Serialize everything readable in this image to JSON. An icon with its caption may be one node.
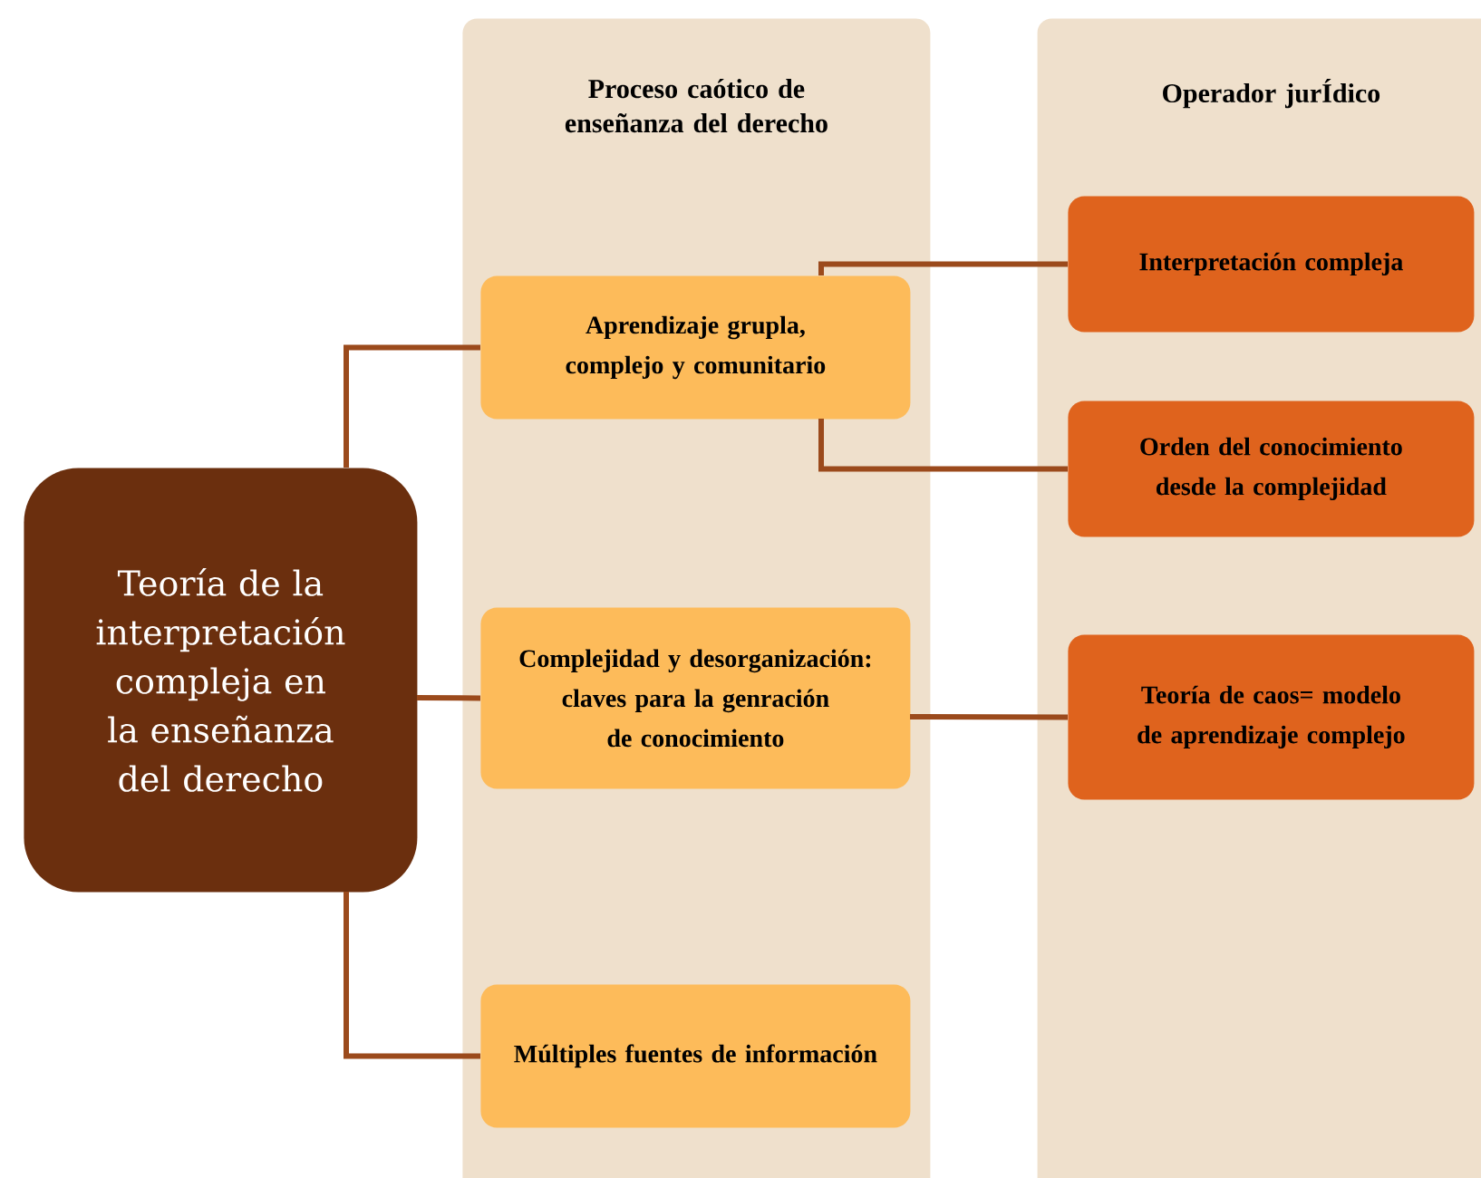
{
  "diagram": {
    "nodes": [
      {
        "text": [
          "Teoría de la interpretación compleja en la enseñanza del derecho"
        ]
      },
      {
        "text": [
          "Proceso caótico de enseñanza del derecho"
        ]
      },
      {
        "text": [
          "Aprendizaje grupla, complejo y comunitario"
        ],
        "in": 1
      },
      {
        "text": [
          "Complejidad y desorganización: claves para la genración de conocimiento"
        ],
        "in": 1
      },
      {
        "text": [
          "Múltiples fuentes de información"
        ],
        "in": 1
      },
      {
        "text": [
          "Operador jurÍdico"
        ]
      },
      {
        "text": [
          "Interpretación compleja"
        ],
        "in": 5
      },
      {
        "text": [
          "Orden del conocimiento desde la complejidad"
        ],
        "in": 5
      },
      {
        "text": [
          "Teoría de caos= modelo de aprendizaje complejo"
        ],
        "in": 5
      }
    ],
    "edges": [
      {
        "from": 0,
        "to": 2,
        "arrow": "none"
      },
      {
        "from": 0,
        "to": 3,
        "arrow": "none"
      },
      {
        "from": 0,
        "to": 4,
        "arrow": "none"
      },
      {
        "from": 2,
        "to": 6,
        "arrow": "none"
      },
      {
        "from": 2,
        "to": 7,
        "arrow": "none"
      },
      {
        "from": 3,
        "to": 8,
        "arrow": "none"
      }
    ]
  }
}
